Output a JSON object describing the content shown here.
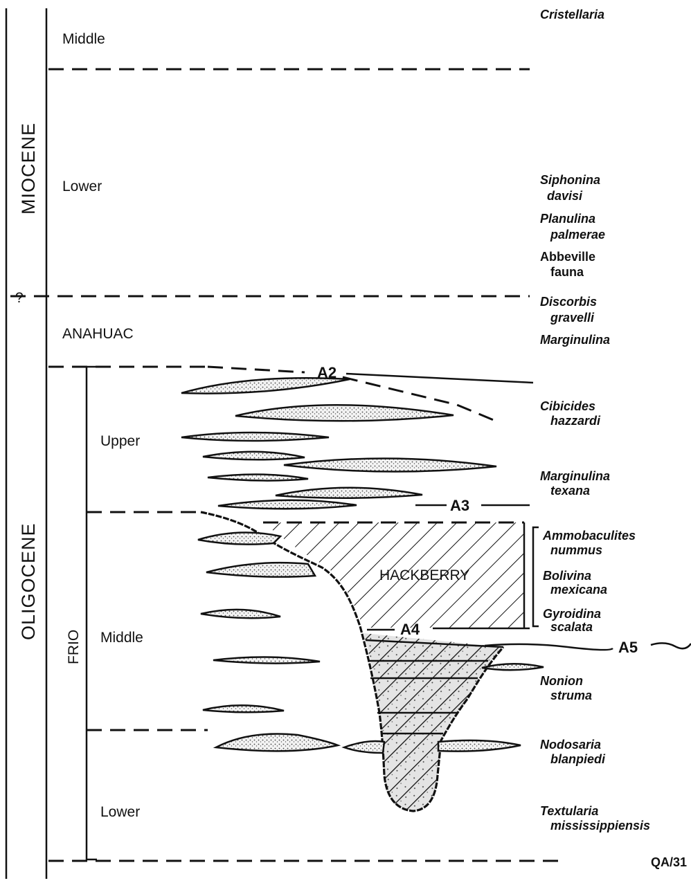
{
  "epochs": {
    "miocene": "MIOCENE",
    "oligocene": "OLIGOCENE"
  },
  "stages": {
    "middle_miocene": "Middle",
    "lower_miocene": "Lower",
    "anahuac": "ANAHUAC",
    "frio": "FRIO",
    "upper_frio": "Upper",
    "middle_frio": "Middle",
    "lower_frio": "Lower"
  },
  "uncertain_boundary": "?",
  "markers": {
    "a2": "A2",
    "a3": "A3",
    "a4": "A4",
    "a5": "A5"
  },
  "hackberry": "HACKBERRY",
  "fossils": {
    "cristellaria": "Cristellaria",
    "siphonina_1": "Siphonina",
    "siphonina_2": "davisi",
    "planulina_1": "Planulina",
    "planulina_2": "palmerae",
    "abbeville_1": "Abbeville",
    "abbeville_2": "fauna",
    "discorbis_1": "Discorbis",
    "discorbis_2": "gravelli",
    "marginulina": "Marginulina",
    "cibicides_1": "Cibicides",
    "cibicides_2": "hazzardi",
    "marginulina_tex_1": "Marginulina",
    "marginulina_tex_2": "texana",
    "ammobaculites_1": "Ammobaculites",
    "ammobaculites_2": "nummus",
    "bolivina_1": "Bolivina",
    "bolivina_2": "mexicana",
    "gyroidina_1": "Gyroidina",
    "gyroidina_2": "scalata",
    "nonion_1": "Nonion",
    "nonion_2": "struma",
    "nodosaria_1": "Nodosaria",
    "nodosaria_2": "blanpiedi",
    "textularia_1": "Textularia",
    "textularia_2": "mississippiensis"
  },
  "figure_id": "QA/31"
}
